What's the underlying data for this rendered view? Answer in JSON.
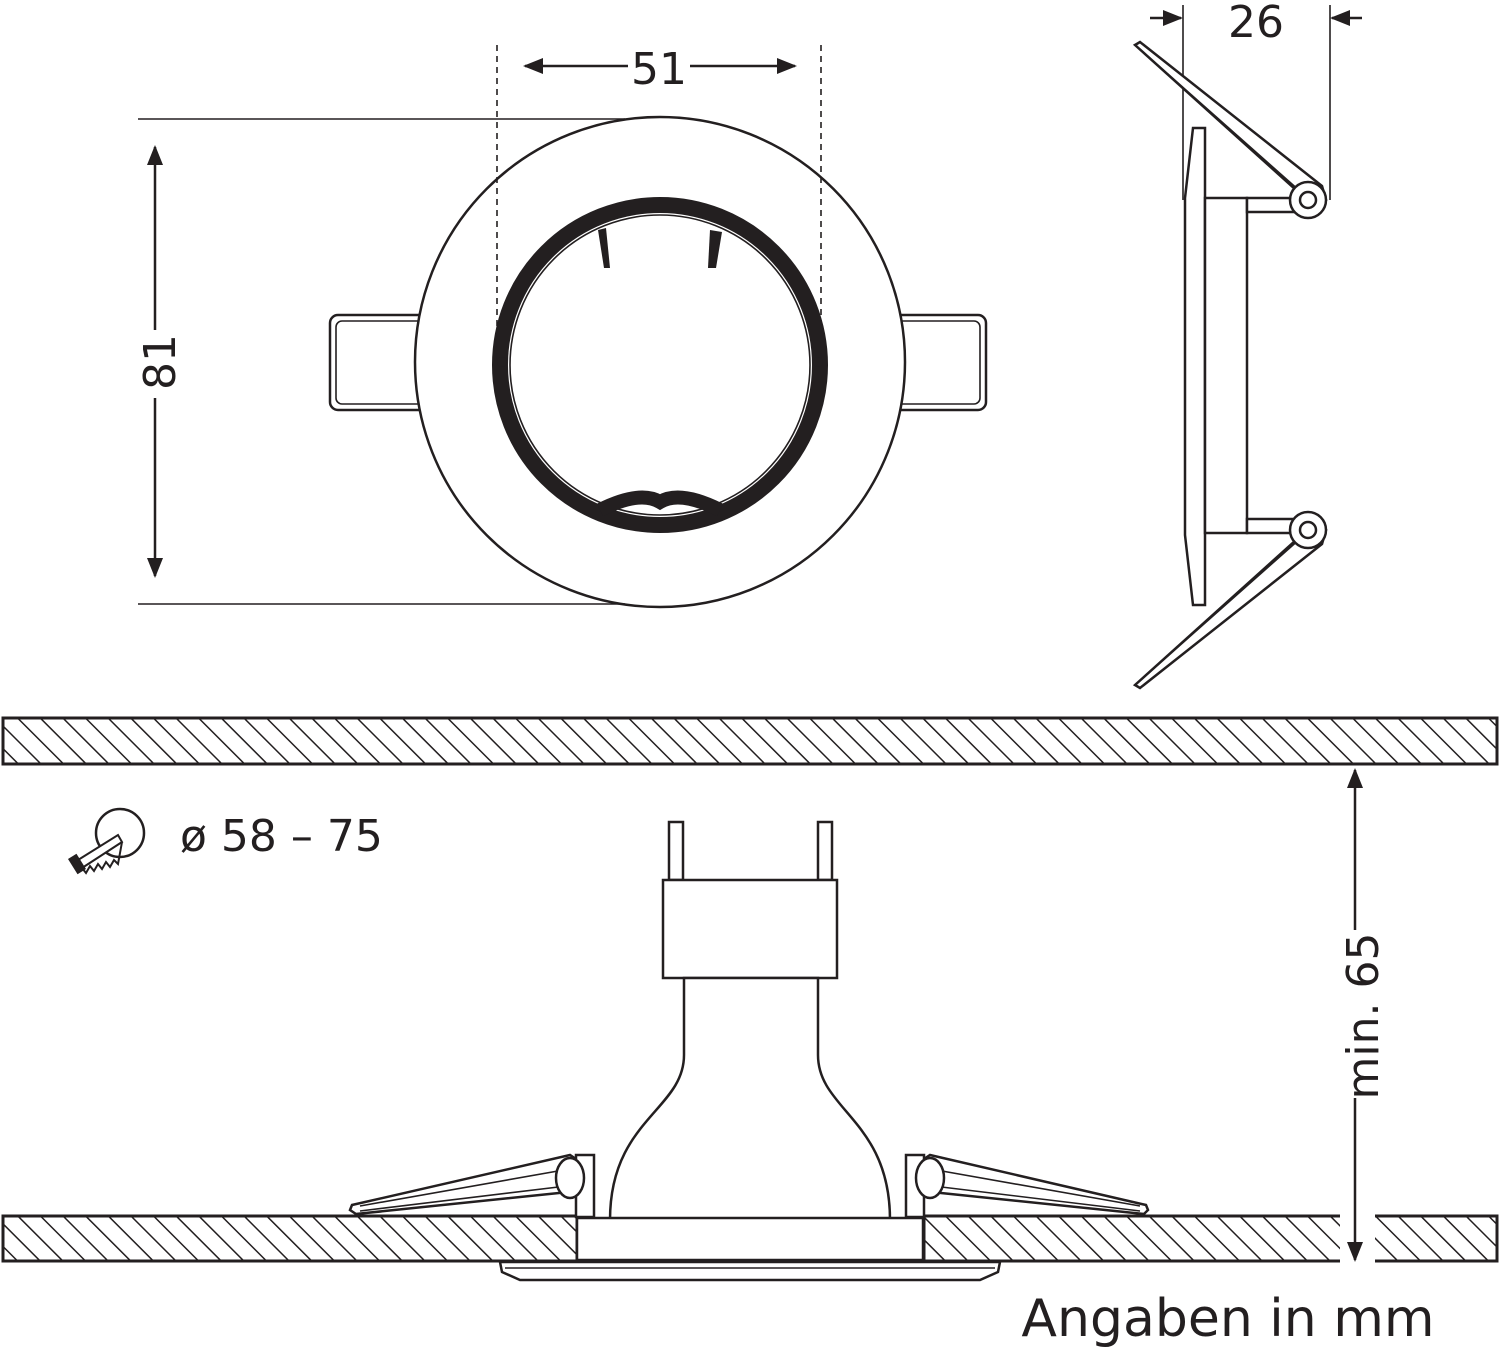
{
  "dimensions": {
    "inner_diameter": "51",
    "outer_diameter": "81",
    "depth": "26",
    "cutout": "ø 58 – 75",
    "min_installation_depth": "min. 65"
  },
  "note": "Angaben in mm",
  "icons": {
    "cutout_saw": "saw-cutout-icon"
  },
  "colors": {
    "line": "#231f20",
    "background": "#ffffff"
  }
}
